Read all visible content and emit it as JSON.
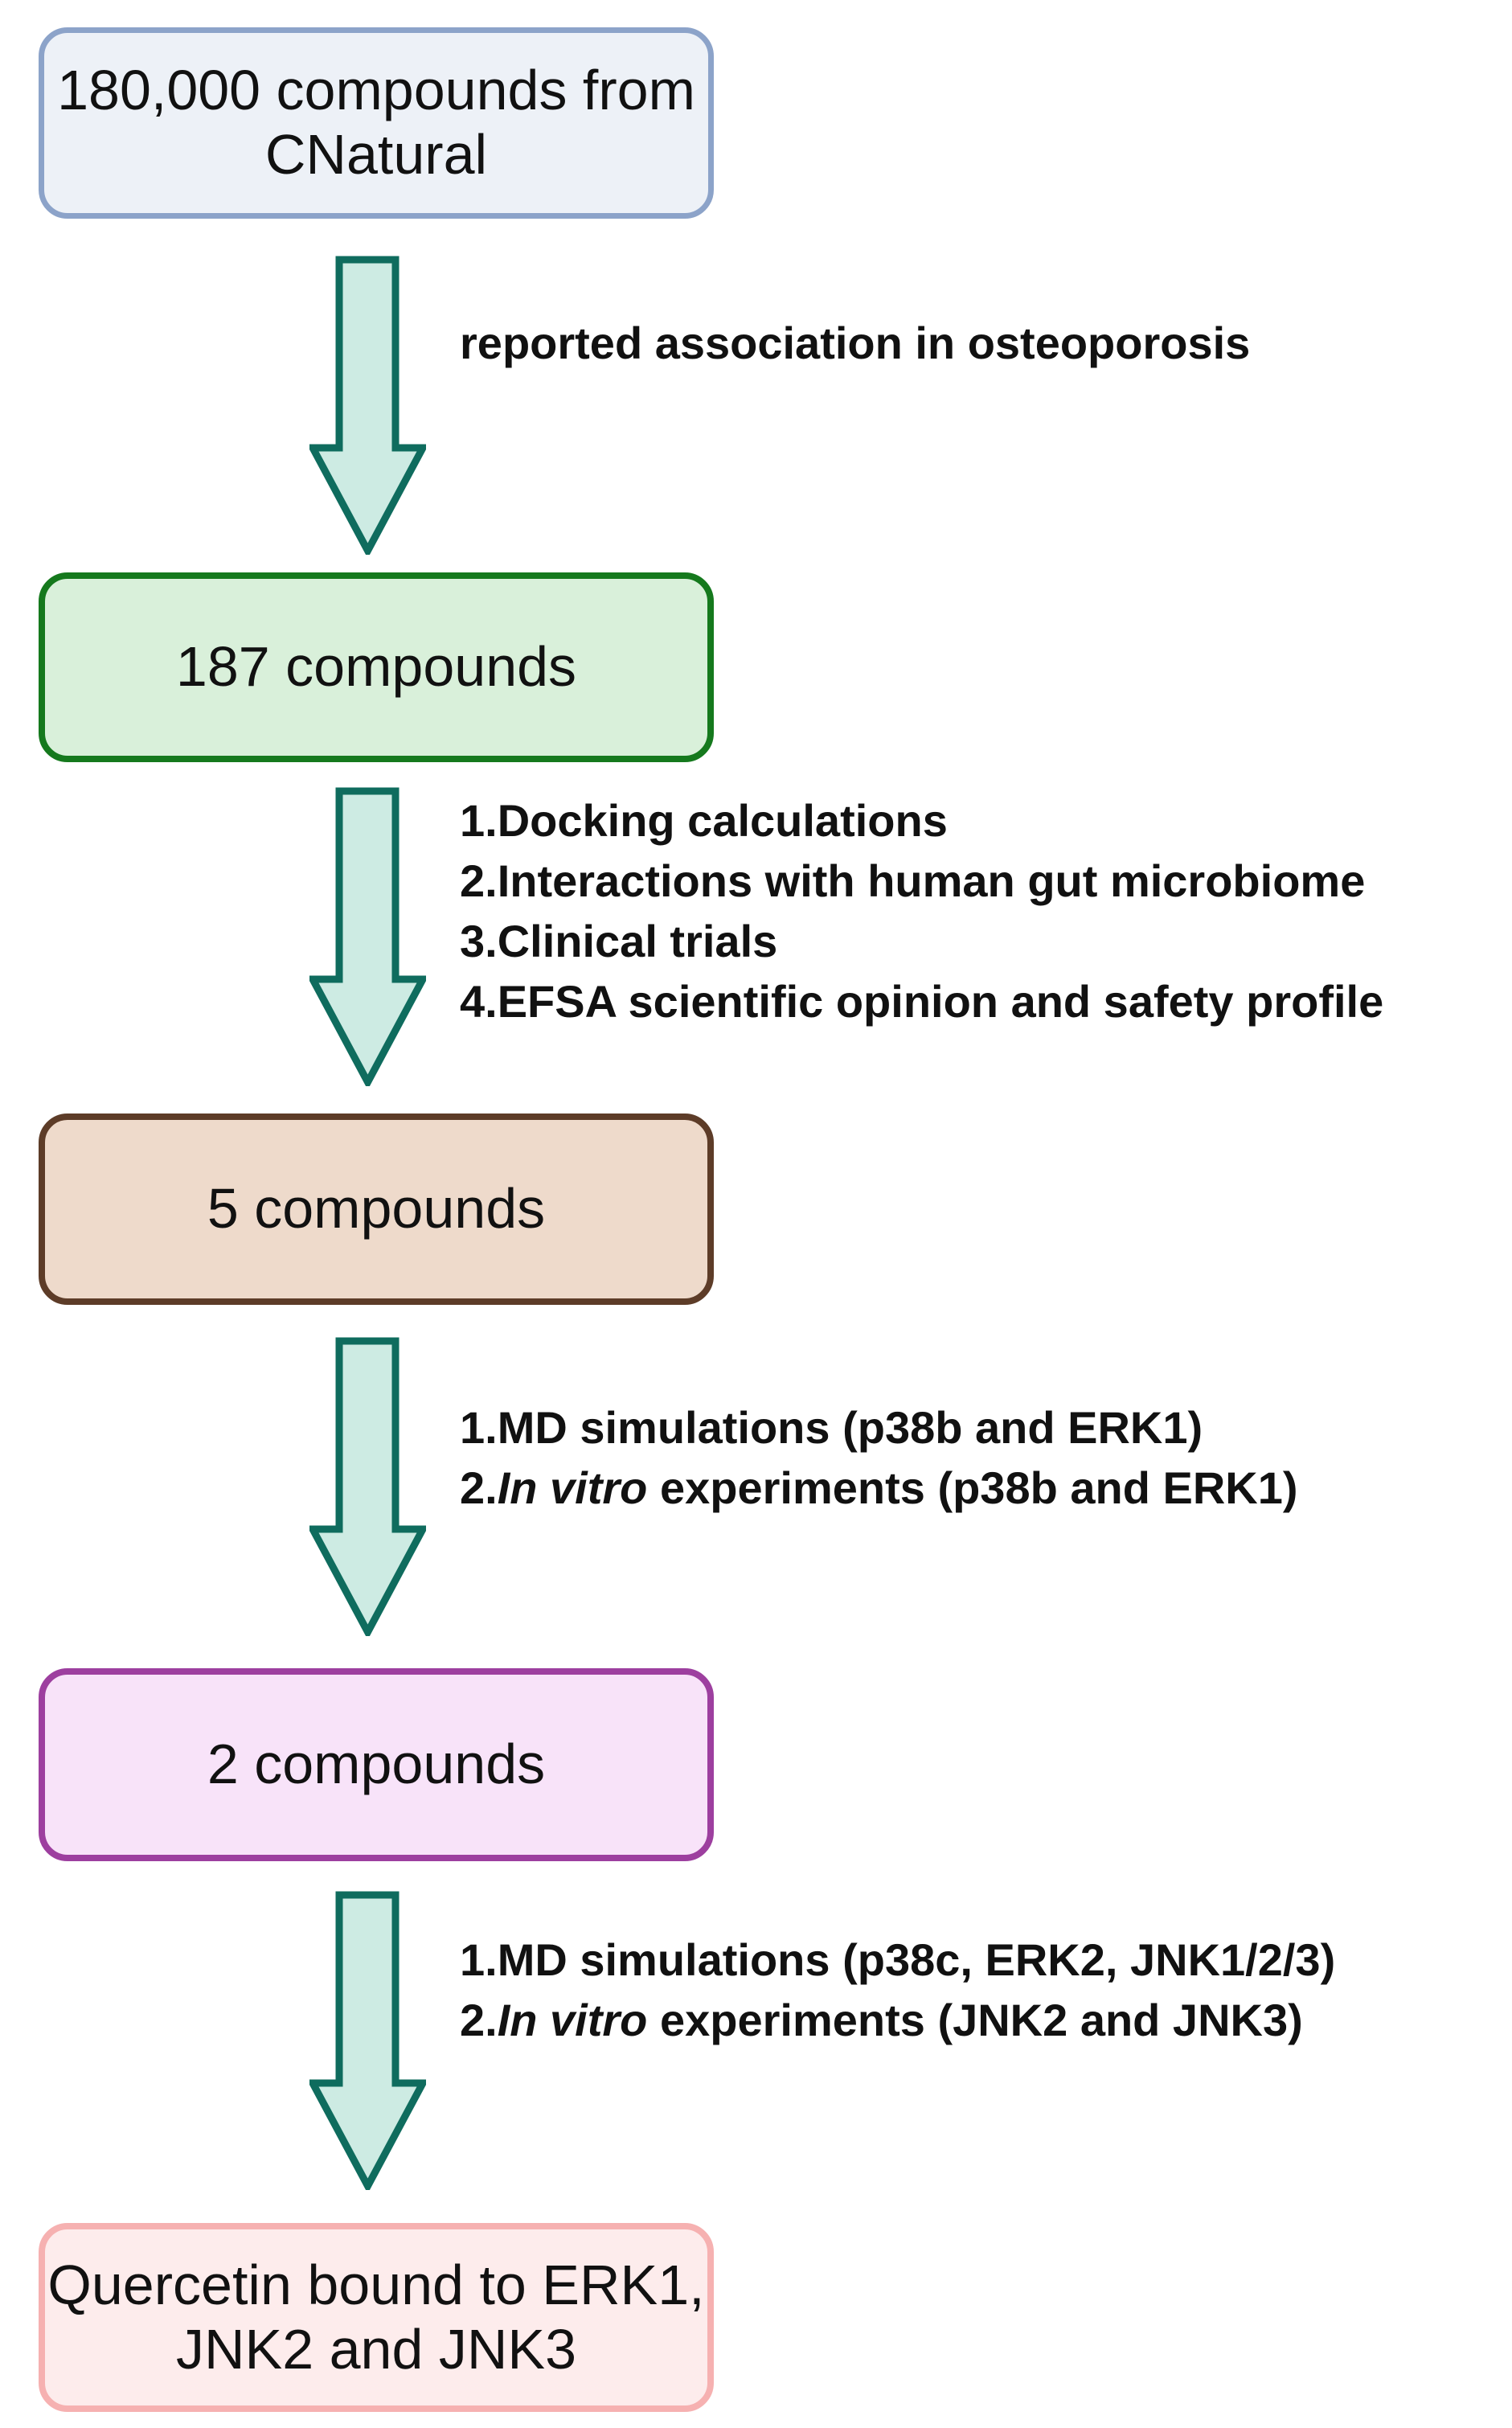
{
  "flow": {
    "boxes": [
      {
        "label": "180,000 compounds from\nCNatural",
        "fill": "#edf1f7",
        "border": "#8ca3c9"
      },
      {
        "label": "187 compounds",
        "fill": "#d9f0da",
        "border": "#15791d"
      },
      {
        "label": "5 compounds",
        "fill": "#eedacb",
        "border": "#5d3c28"
      },
      {
        "label": "2 compounds",
        "fill": "#f8e3f9",
        "border": "#9d3f9f"
      },
      {
        "label": "Quercetin bound to ERK1,\nJNK2 and JNK3",
        "fill": "#fdecec",
        "border": "#f6b1b1"
      }
    ],
    "arrow": {
      "fill": "#cdebe3",
      "stroke": "#0f6c5e"
    },
    "steps": [
      {
        "items": [
          {
            "prefix": "",
            "em": "",
            "rest": "reported association in osteoporosis"
          }
        ]
      },
      {
        "items": [
          {
            "prefix": "1.",
            "em": "",
            "rest": "Docking calculations"
          },
          {
            "prefix": "2.",
            "em": "",
            "rest": "Interactions with human gut microbiome"
          },
          {
            "prefix": "3.",
            "em": "",
            "rest": "Clinical trials"
          },
          {
            "prefix": "4.",
            "em": "",
            "rest": "EFSA scientific opinion and safety profile"
          }
        ]
      },
      {
        "items": [
          {
            "prefix": "1.",
            "em": "",
            "rest": "MD simulations (p38b and ERK1)"
          },
          {
            "prefix": "2.",
            "em": "In vitro",
            "rest": " experiments (p38b and ERK1)"
          }
        ]
      },
      {
        "items": [
          {
            "prefix": "1.",
            "em": "",
            "rest": "MD simulations (p38c, ERK2, JNK1/2/3)"
          },
          {
            "prefix": "2.",
            "em": "In vitro",
            "rest": " experiments (JNK2 and JNK3)"
          }
        ]
      }
    ]
  }
}
